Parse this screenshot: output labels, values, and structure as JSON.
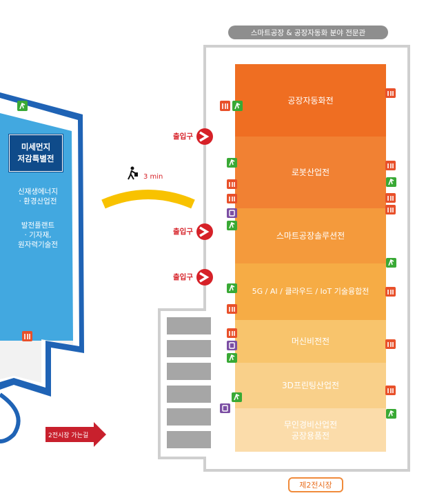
{
  "hall_title": "스마트공장 & 공장자동화 분야 전문관",
  "hall_name": "제2전시장",
  "zones": [
    {
      "name": "공장자동화전",
      "color": "#ef6e22"
    },
    {
      "name": "로봇산업전",
      "color": "#f18133"
    },
    {
      "name": "스마트공장솔루션전",
      "color": "#f49a3c"
    },
    {
      "name": "5G / AI / 클라우드 / IoT 기술융합전",
      "color": "#f6ac45"
    },
    {
      "name": "머신비전전",
      "color": "#f8c46c"
    },
    {
      "name": "3D프린팅산업전",
      "color": "#f9d08a"
    },
    {
      "name": "무인경비산업전\n공장용품전",
      "color": "#fbdcaa"
    }
  ],
  "entrance_label": "출입구",
  "travel_time": "3 min",
  "left_hall": {
    "special_zone": "미세먼지\n저감특별전",
    "zone_a": "신재생에너지\n· 환경산업전",
    "zone_b": "발전플랜트\n· 기자재,\n원자력기술전"
  },
  "route_label": "2전시장 가는길",
  "colors": {
    "restroom": "#e8502a",
    "exit": "#39a935",
    "nursing": "#7b4ea3",
    "left_hall_fill": "#42a8e0",
    "left_hall_border": "#1f63b5",
    "walkway": "#f8c200",
    "route_arrow": "#c8202d",
    "entrance_red": "#d62128"
  },
  "icons": [
    "restroom-icon",
    "emergency-exit-icon",
    "nursing-room-icon",
    "walking-person-icon",
    "entrance-arrow-icon"
  ]
}
